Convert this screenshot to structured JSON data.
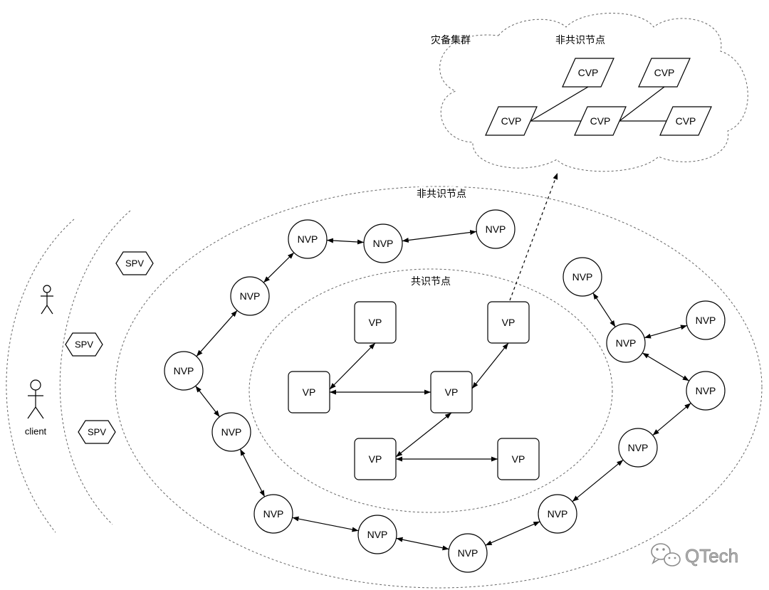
{
  "disaster_recovery_cluster": {
    "title": "灾备集群",
    "label": "非共识节点",
    "nodes": [
      "CVP",
      "CVP",
      "CVP",
      "CVP",
      "CVP"
    ]
  },
  "non_consensus_zone": {
    "label": "非共识节点",
    "nodes": [
      "NVP",
      "NVP",
      "NVP",
      "NVP",
      "NVP",
      "NVP",
      "NVP",
      "NVP",
      "NVP",
      "NVP",
      "NVP",
      "NVP",
      "NVP",
      "NVP",
      "NVP"
    ]
  },
  "consensus_zone": {
    "label": "共识节点",
    "nodes": [
      "VP",
      "VP",
      "VP",
      "VP",
      "VP",
      "VP"
    ]
  },
  "clients": {
    "actor_icon": "person-icon",
    "client_label": "client",
    "spv_nodes": [
      "SPV",
      "SPV",
      "SPV"
    ]
  },
  "watermark": {
    "icon": "wechat-icon",
    "text": "QTech"
  },
  "colors": {
    "background": "#ffffff",
    "line": "#000000",
    "dashed_boundary": "#666666",
    "watermark": "#b4b4b4"
  }
}
